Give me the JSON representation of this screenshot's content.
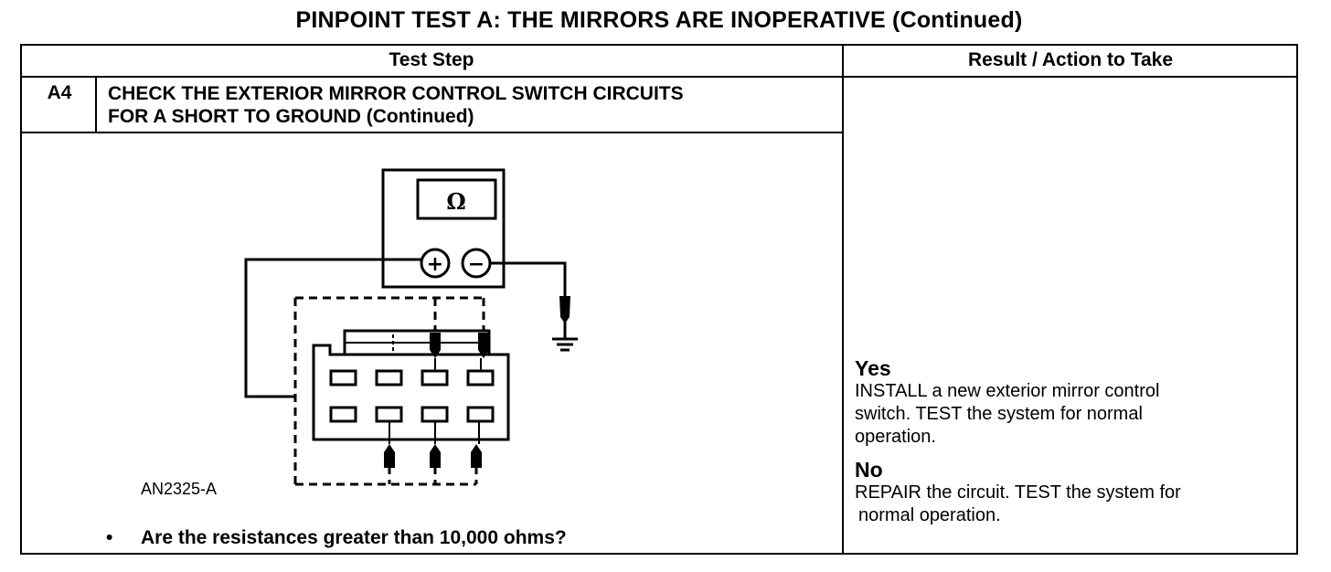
{
  "title": "PINPOINT TEST  A: THE MIRRORS ARE INOPERATIVE (Continued)",
  "table": {
    "header_left": "Test Step",
    "header_right": "Result / Action to Take"
  },
  "step": {
    "id": "A4",
    "title_line1": "CHECK THE EXTERIOR MIRROR CONTROL SWITCH CIRCUITS",
    "title_line2": "FOR A SHORT TO GROUND (Continued)"
  },
  "figure": {
    "meter_symbol": "Ω",
    "plus_symbol": "+",
    "minus_symbol": "−",
    "id": "AN2325-A"
  },
  "question": {
    "bullet": "•",
    "text": "Are the resistances greater than 10,000 ohms?"
  },
  "results": {
    "yes_label": "Yes",
    "yes_line1": "INSTALL a new exterior mirror control",
    "yes_line2": "switch. TEST the system for normal",
    "yes_line3": "operation.",
    "no_label": "No",
    "no_line1": "REPAIR the circuit. TEST the system for",
    "no_line2": "normal operation."
  }
}
